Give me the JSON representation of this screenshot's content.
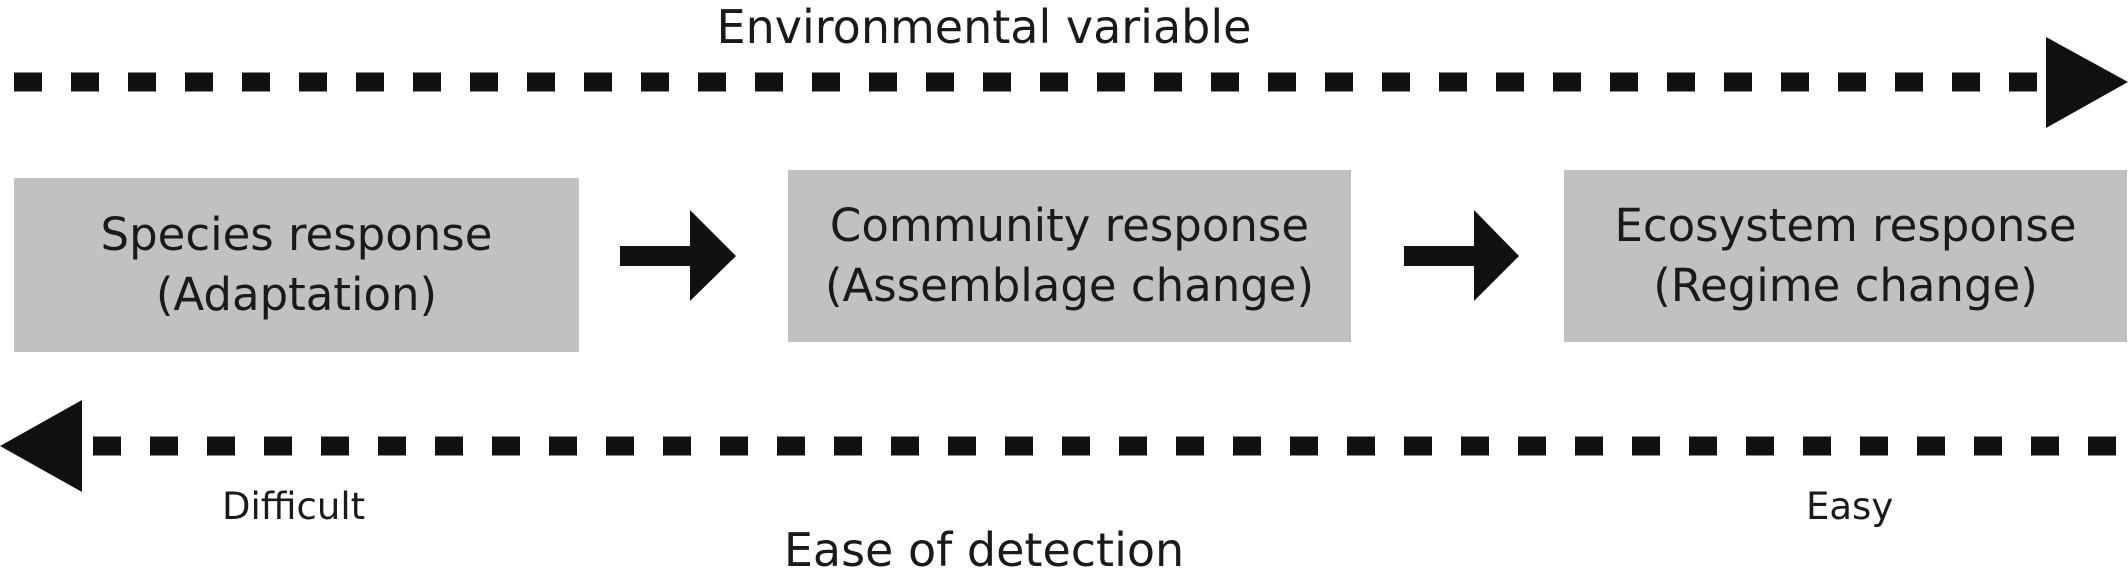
{
  "diagram": {
    "top_axis_label": "Environmental variable",
    "bottom_axis_label": "Ease of detection",
    "bottom_left_label": "Difficult",
    "bottom_right_label": "Easy",
    "boxes": [
      {
        "title": "Species response",
        "subtitle": "(Adaptation)"
      },
      {
        "title": "Community response",
        "subtitle": "(Assemblage change)"
      },
      {
        "title": "Ecosystem response",
        "subtitle": "(Regime change)"
      }
    ],
    "colors": {
      "box_fill": "#c1c1c1",
      "stroke": "#111111",
      "text": "#1a1a1a"
    }
  }
}
